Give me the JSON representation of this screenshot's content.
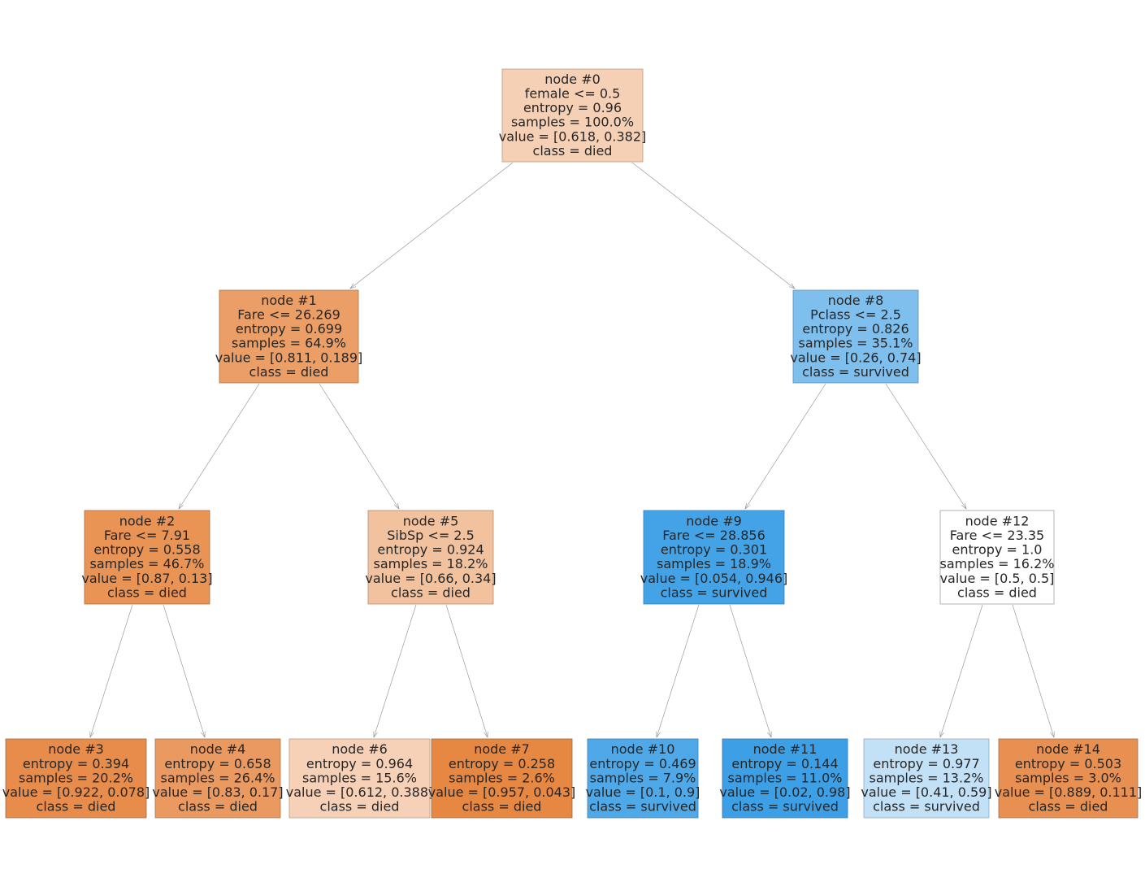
{
  "nodes": [
    {
      "id": "node-0",
      "lines": [
        "node #0",
        "female <= 0.5",
        "entropy = 0.96",
        "samples = 100.0%",
        "value = [0.618, 0.382]",
        "class = died"
      ],
      "fill": "#f6d0b4",
      "border": "#b89a84"
    },
    {
      "id": "node-1",
      "lines": [
        "node #1",
        "Fare <= 26.269",
        "entropy = 0.699",
        "samples = 64.9%",
        "value = [0.811, 0.189]",
        "class = died"
      ],
      "fill": "#eb9e65",
      "border": "#a87552"
    },
    {
      "id": "node-2",
      "lines": [
        "node #2",
        "Fare <= 7.91",
        "entropy = 0.558",
        "samples = 46.7%",
        "value = [0.87, 0.13]",
        "class = died"
      ],
      "fill": "#e99355",
      "border": "#a56e48"
    },
    {
      "id": "node-3",
      "lines": [
        "node #3",
        "entropy = 0.394",
        "samples = 20.2%",
        "value = [0.922, 0.078]",
        "class = died"
      ],
      "fill": "#e78c4a",
      "border": "#a46a42"
    },
    {
      "id": "node-4",
      "lines": [
        "node #4",
        "entropy = 0.658",
        "samples = 26.4%",
        "value = [0.83, 0.17]",
        "class = died"
      ],
      "fill": "#ea9a61",
      "border": "#a8744f"
    },
    {
      "id": "node-5",
      "lines": [
        "node #5",
        "SibSp <= 2.5",
        "entropy = 0.924",
        "samples = 18.2%",
        "value = [0.66, 0.34]",
        "class = died"
      ],
      "fill": "#f2c29f",
      "border": "#b08d74"
    },
    {
      "id": "node-6",
      "lines": [
        "node #6",
        "entropy = 0.964",
        "samples = 15.6%",
        "value = [0.612, 0.388]",
        "class = died"
      ],
      "fill": "#f6d1b7",
      "border": "#b89b86"
    },
    {
      "id": "node-7",
      "lines": [
        "node #7",
        "entropy = 0.258",
        "samples = 2.6%",
        "value = [0.957, 0.043]",
        "class = died"
      ],
      "fill": "#e68742",
      "border": "#a3663c"
    },
    {
      "id": "node-8",
      "lines": [
        "node #8",
        "Pclass <= 2.5",
        "entropy = 0.826",
        "samples = 35.1%",
        "value = [0.26, 0.74]",
        "class = survived"
      ],
      "fill": "#7fbfee",
      "border": "#5f8fb3"
    },
    {
      "id": "node-9",
      "lines": [
        "node #9",
        "Fare <= 28.856",
        "entropy = 0.301",
        "samples = 18.9%",
        "value = [0.054, 0.946]",
        "class = survived"
      ],
      "fill": "#44a3e6",
      "border": "#3a7bad"
    },
    {
      "id": "node-10",
      "lines": [
        "node #10",
        "entropy = 0.469",
        "samples = 7.9%",
        "value = [0.1, 0.9]",
        "class = survived"
      ],
      "fill": "#4fa8e8",
      "border": "#3e7fae"
    },
    {
      "id": "node-11",
      "lines": [
        "node #11",
        "entropy = 0.144",
        "samples = 11.0%",
        "value = [0.02, 0.98]",
        "class = survived"
      ],
      "fill": "#3d9fe6",
      "border": "#3378ab"
    },
    {
      "id": "node-12",
      "lines": [
        "node #12",
        "Fare <= 23.35",
        "entropy = 1.0",
        "samples = 16.2%",
        "value = [0.5, 0.5]",
        "class = died"
      ],
      "fill": "#ffffff",
      "border": "#a0a0a0"
    },
    {
      "id": "node-13",
      "lines": [
        "node #13",
        "entropy = 0.977",
        "samples = 13.2%",
        "value = [0.41, 0.59]",
        "class = survived"
      ],
      "fill": "#c2e1f7",
      "border": "#90a8b9"
    },
    {
      "id": "node-14",
      "lines": [
        "node #14",
        "entropy = 0.503",
        "samples = 3.0%",
        "value = [0.889, 0.111]",
        "class = died"
      ],
      "fill": "#e89051",
      "border": "#a56d46"
    }
  ],
  "edges": [
    {
      "from": "node-0",
      "to": "node-1"
    },
    {
      "from": "node-0",
      "to": "node-8"
    },
    {
      "from": "node-1",
      "to": "node-2"
    },
    {
      "from": "node-1",
      "to": "node-5"
    },
    {
      "from": "node-2",
      "to": "node-3"
    },
    {
      "from": "node-2",
      "to": "node-4"
    },
    {
      "from": "node-5",
      "to": "node-6"
    },
    {
      "from": "node-5",
      "to": "node-7"
    },
    {
      "from": "node-8",
      "to": "node-9"
    },
    {
      "from": "node-8",
      "to": "node-12"
    },
    {
      "from": "node-9",
      "to": "node-10"
    },
    {
      "from": "node-9",
      "to": "node-11"
    },
    {
      "from": "node-12",
      "to": "node-13"
    },
    {
      "from": "node-12",
      "to": "node-14"
    }
  ]
}
